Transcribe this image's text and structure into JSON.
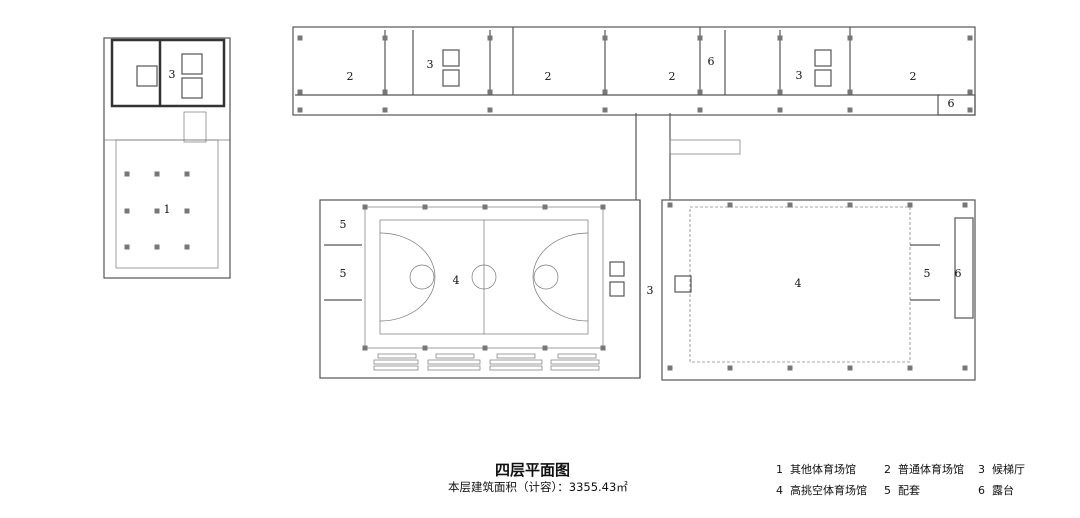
{
  "plan": {
    "title": "四层平面图",
    "area_text": "本层建筑面积（计容）：3355.43㎡",
    "room_labels": {
      "left_core": "3",
      "left_hall": "1",
      "top_room_a": "2",
      "top_core_a": "3",
      "top_room_b": "2",
      "top_room_c": "2",
      "top_terrace_a": "6",
      "top_core_b": "3",
      "top_room_d": "2",
      "top_terrace_b": "6",
      "gym_left_support_a": "5",
      "gym_left_support_b": "5",
      "gym_left": "4",
      "mid_core": "3",
      "gym_right": "4",
      "gym_right_support": "5",
      "gym_right_terrace": "6"
    }
  },
  "legend": [
    {
      "num": "1",
      "label": "其他体育场馆"
    },
    {
      "num": "2",
      "label": "普通体育场馆"
    },
    {
      "num": "3",
      "label": "候梯厅"
    },
    {
      "num": "4",
      "label": "高挑空体育场馆"
    },
    {
      "num": "5",
      "label": "配套"
    },
    {
      "num": "6",
      "label": "露台"
    }
  ]
}
